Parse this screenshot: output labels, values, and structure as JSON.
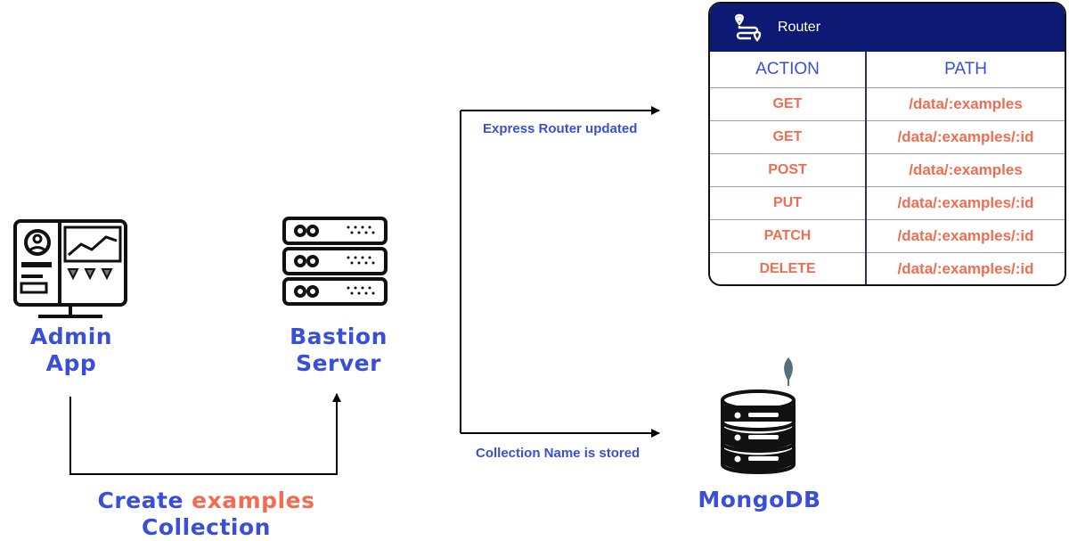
{
  "nodes": {
    "admin": {
      "line1": "Admin",
      "line2": "App"
    },
    "bastion": {
      "line1": "Bastion",
      "line2": "Server"
    },
    "mongodb": {
      "label": "MongoDB"
    }
  },
  "edges": {
    "create": {
      "prefix": "Create ",
      "highlight": "examples",
      "line2": "Collection"
    },
    "express": {
      "label": "Express Router updated"
    },
    "collection": {
      "label": "Collection Name is stored"
    }
  },
  "router": {
    "title": "Router",
    "headers": [
      "ACTION",
      "PATH"
    ],
    "rows": [
      {
        "action": "GET",
        "path": "/data/:examples"
      },
      {
        "action": "GET",
        "path": "/data/:examples/:id"
      },
      {
        "action": "POST",
        "path": "/data/:examples"
      },
      {
        "action": "PUT",
        "path": "/data/:examples/:id"
      },
      {
        "action": "PATCH",
        "path": "/data/:examples/:id"
      },
      {
        "action": "DELETE",
        "path": "/data/:examples/:id"
      }
    ]
  },
  "colors": {
    "blue": "#3a4fd8",
    "orange": "#ef6e52",
    "navy": "#0c1a73"
  }
}
